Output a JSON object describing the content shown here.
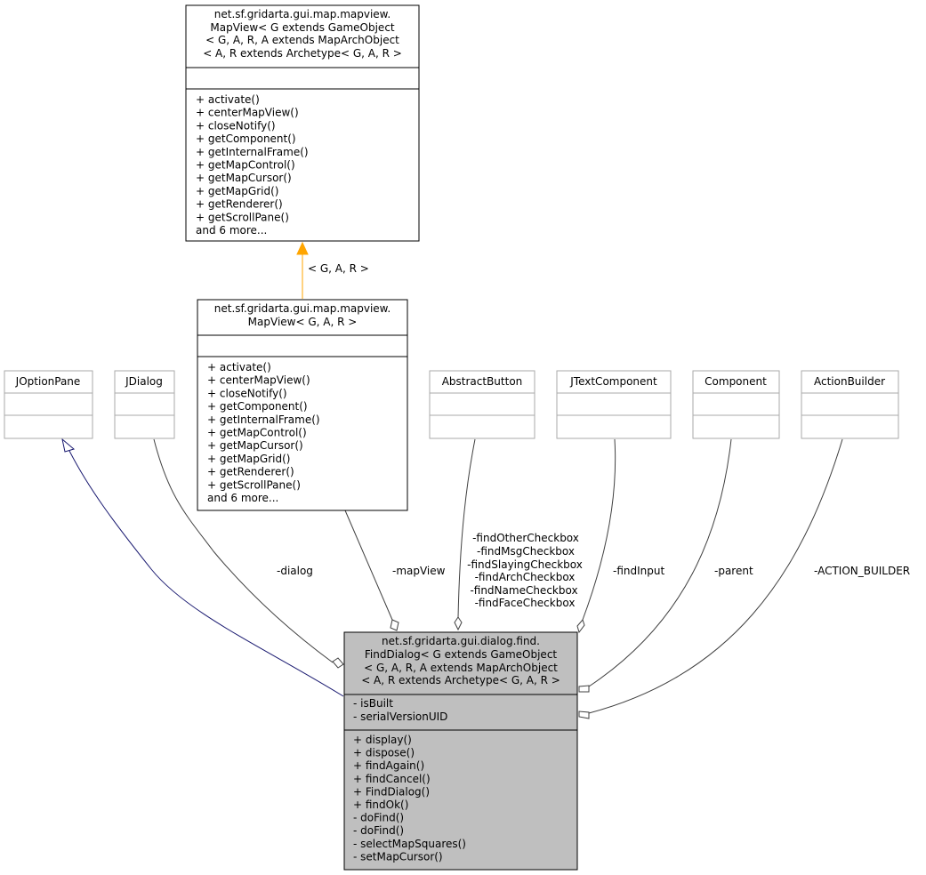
{
  "classes": {
    "mapview_generic": {
      "title_lines": [
        "net.sf.gridarta.gui.map.mapview.",
        "MapView< G extends GameObject",
        "< G, A, R, A extends MapArchObject",
        "< A, R extends Archetype< G, A, R >"
      ],
      "attributes": [],
      "methods": [
        "+ activate()",
        "+ centerMapView()",
        "+ closeNotify()",
        "+ getComponent()",
        "+ getInternalFrame()",
        "+ getMapControl()",
        "+ getMapCursor()",
        "+ getMapGrid()",
        "+ getRenderer()",
        "+ getScrollPane()",
        "and 6 more..."
      ]
    },
    "mapview_bound": {
      "title_lines": [
        "net.sf.gridarta.gui.map.mapview.",
        "MapView< G, A, R >"
      ],
      "attributes": [],
      "methods": [
        "+ activate()",
        "+ centerMapView()",
        "+ closeNotify()",
        "+ getComponent()",
        "+ getInternalFrame()",
        "+ getMapControl()",
        "+ getMapCursor()",
        "+ getMapGrid()",
        "+ getRenderer()",
        "+ getScrollPane()",
        "and 6 more..."
      ]
    },
    "joptionpane": {
      "title_lines": [
        "JOptionPane"
      ]
    },
    "jdialog": {
      "title_lines": [
        "JDialog"
      ]
    },
    "abstractbutton": {
      "title_lines": [
        "AbstractButton"
      ]
    },
    "jtextcomponent": {
      "title_lines": [
        "JTextComponent"
      ]
    },
    "component": {
      "title_lines": [
        "Component"
      ]
    },
    "actionbuilder": {
      "title_lines": [
        "ActionBuilder"
      ]
    },
    "finddialog": {
      "title_lines": [
        "net.sf.gridarta.gui.dialog.find.",
        "FindDialog< G extends GameObject",
        "< G, A, R, A extends MapArchObject",
        "< A, R extends Archetype< G, A, R >"
      ],
      "attributes": [
        "- isBuilt",
        "- serialVersionUID"
      ],
      "methods": [
        "+ display()",
        "+ dispose()",
        "+ findAgain()",
        "+ findCancel()",
        "+ FindDialog()",
        "+ findOk()",
        "- doFind()",
        "- doFind()",
        "- selectMapSquares()",
        "- setMapCursor()"
      ]
    }
  },
  "edges": {
    "template_binding": "< G, A, R >",
    "dialog": "-dialog",
    "mapview": "-mapView",
    "checkboxes": [
      "-findOtherCheckbox",
      "-findMsgCheckbox",
      "-findSlayingCheckbox",
      "-findArchCheckbox",
      "-findNameCheckbox",
      "-findFaceCheckbox"
    ],
    "findinput": "-findInput",
    "parent": "-parent",
    "action_builder": "-ACTION_BUILDER"
  },
  "colors": {
    "inheritance_edge": "#191970",
    "template_edge": "#ffa500",
    "usage_edge": "#404040",
    "focus_class_fill": "#bfbfbf",
    "external_class_border": "#aaaaaa"
  }
}
